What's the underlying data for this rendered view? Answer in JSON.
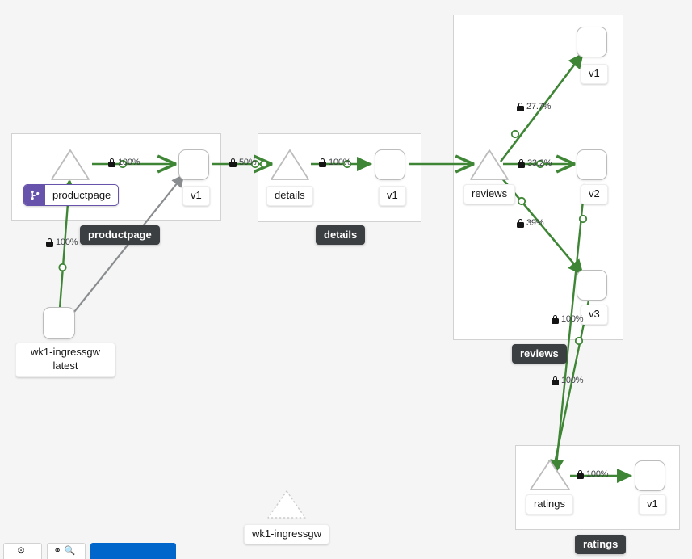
{
  "canvas": {
    "background": "#f5f5f5",
    "edge_color": "#3e8635",
    "edge_color_idle": "#8a8d90",
    "node_border": "#bcbcbc",
    "chip_background": "#3c3f42",
    "badge_color": "#6753ac"
  },
  "groups": [
    {
      "id": "productpage",
      "chip_label": "productpage"
    },
    {
      "id": "details",
      "chip_label": "details"
    },
    {
      "id": "reviews",
      "chip_label": "reviews"
    },
    {
      "id": "ratings",
      "chip_label": "ratings"
    }
  ],
  "nodes": {
    "productpage_app": {
      "label": "productpage",
      "shape": "triangle",
      "badge": "virtual-service",
      "badge_icon": "code-branch-icon"
    },
    "productpage_v1": {
      "label": "v1",
      "shape": "rounded-box"
    },
    "details_app": {
      "label": "details",
      "shape": "triangle"
    },
    "details_v1": {
      "label": "v1",
      "shape": "rounded-box"
    },
    "reviews_app": {
      "label": "reviews",
      "shape": "triangle"
    },
    "reviews_v1": {
      "label": "v1",
      "shape": "rounded-box"
    },
    "reviews_v2": {
      "label": "v2",
      "shape": "rounded-box"
    },
    "reviews_v3": {
      "label": "v3",
      "shape": "rounded-box"
    },
    "ratings_app": {
      "label": "ratings",
      "shape": "triangle"
    },
    "ratings_v1": {
      "label": "v1",
      "shape": "rounded-box"
    },
    "ingressgw_node": {
      "label_line1": "wk1-ingressgw",
      "label_line2": "latest",
      "shape": "rounded-box"
    },
    "ingressgw_ghost": {
      "label": "wk1-ingressgw",
      "shape": "triangle-dashed"
    }
  },
  "edges": [
    {
      "id": "pp-app-to-v1",
      "label": "100%",
      "secure": true
    },
    {
      "id": "ppv1-to-details",
      "label": "50%",
      "secure": true
    },
    {
      "id": "details-to-v1",
      "label": "100%",
      "secure": true
    },
    {
      "id": "gw-to-ppapp",
      "label": "100%",
      "secure": true
    },
    {
      "id": "reviews-to-v1",
      "label": "27.7%",
      "secure": true
    },
    {
      "id": "reviews-to-v2",
      "label": "33.2%",
      "secure": true
    },
    {
      "id": "reviews-to-v3",
      "label": "39%",
      "secure": true
    },
    {
      "id": "v3-to-ratings-a",
      "label": "100%",
      "secure": true
    },
    {
      "id": "v3-to-ratings-b",
      "label": "100%",
      "secure": true
    },
    {
      "id": "ratings-to-v1",
      "label": "100%",
      "secure": true
    }
  ],
  "toolbar": {
    "buttons": [
      {
        "name": "legend-button",
        "label": ""
      },
      {
        "name": "layout-button",
        "label": ""
      },
      {
        "name": "primary-action-button",
        "label": ""
      }
    ]
  }
}
